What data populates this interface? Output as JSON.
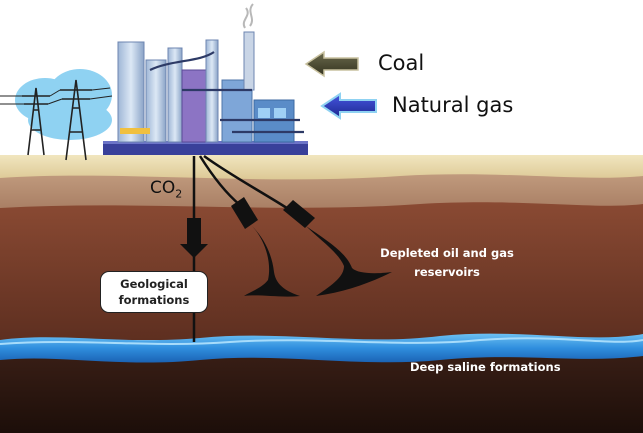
{
  "fuels": {
    "coal": "Coal",
    "natural_gas": "Natural gas"
  },
  "co2": {
    "base": "CO",
    "sub": "2"
  },
  "geological_formations": {
    "line1": "Geological",
    "line2": "formations"
  },
  "depleted_reservoirs": {
    "line1": "Depleted oil and gas",
    "line2": "reservoirs"
  },
  "saline": "Deep saline formations",
  "colors": {
    "surface": "#e6d6a0",
    "layer_tan": "#b88f72",
    "layer_red": "#7e3f2b",
    "aquifer": "#3a9ae0",
    "deep": "#2a1610",
    "coal_arrow": "#4a4a36",
    "gas_arrow": "#2a36b8"
  }
}
